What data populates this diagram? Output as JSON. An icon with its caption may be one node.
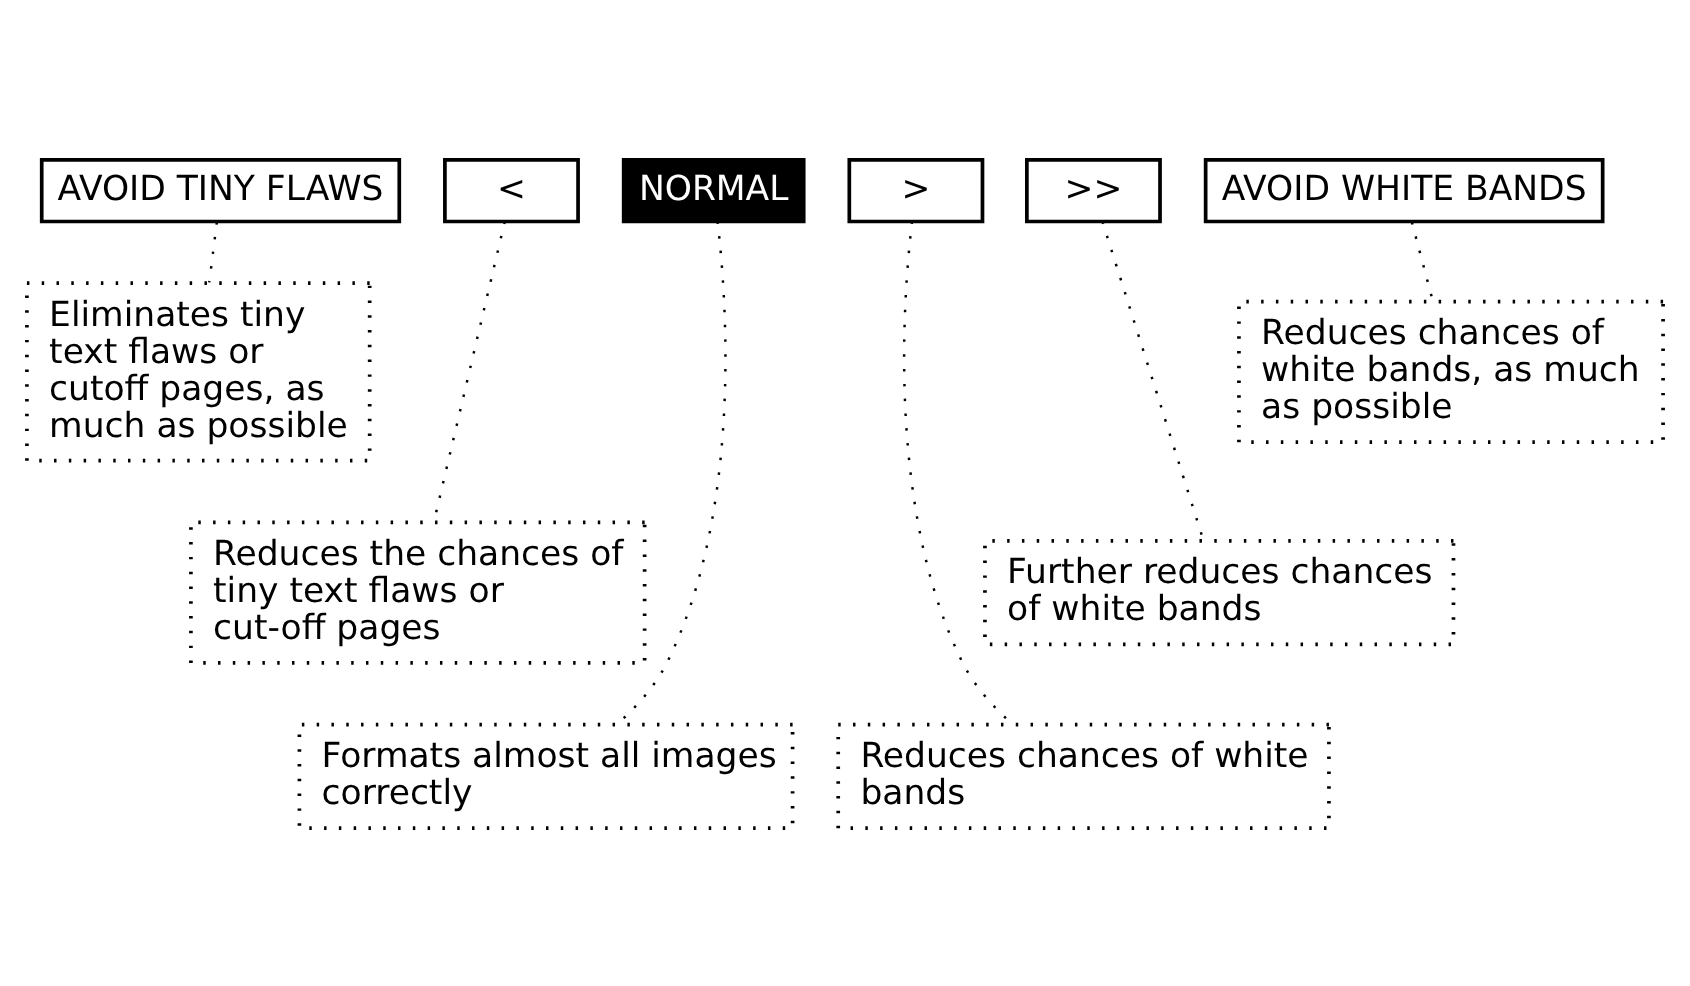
{
  "diagram": {
    "nodes": [
      {
        "text": [
          "AVOID TINY FLAWS"
        ]
      },
      {
        "text": [
          "<"
        ]
      },
      {
        "text": [
          "NORMAL"
        ]
      },
      {
        "text": [
          ">"
        ]
      },
      {
        "text": [
          ">>"
        ]
      },
      {
        "text": [
          "AVOID WHITE BANDS"
        ]
      },
      {
        "text": [
          "Eliminates tiny text flaws or cutoff pages, as much as possible"
        ]
      },
      {
        "text": [
          "Reduces chances of white bands, as much as possible"
        ]
      },
      {
        "text": [
          "Reduces the chances of tiny text flaws or cut-off pages"
        ]
      },
      {
        "text": [
          "Further reduces chances of white bands"
        ]
      },
      {
        "text": [
          "Formats almost all images correctly"
        ]
      },
      {
        "text": [
          "Reduces chances of white bands"
        ]
      }
    ],
    "edges": [
      {
        "from": 0,
        "to": 6,
        "arrow": "none",
        "style": "dashed"
      },
      {
        "from": 5,
        "to": 7,
        "arrow": "none",
        "style": "dashed"
      },
      {
        "from": 1,
        "to": 8,
        "arrow": "none",
        "style": "dashed"
      },
      {
        "from": 4,
        "to": 9,
        "arrow": "none",
        "style": "dashed"
      },
      {
        "from": 2,
        "to": 10,
        "arrow": "none",
        "style": "dashed"
      },
      {
        "from": 3,
        "to": 11,
        "arrow": "none",
        "style": "dashed"
      }
    ]
  }
}
